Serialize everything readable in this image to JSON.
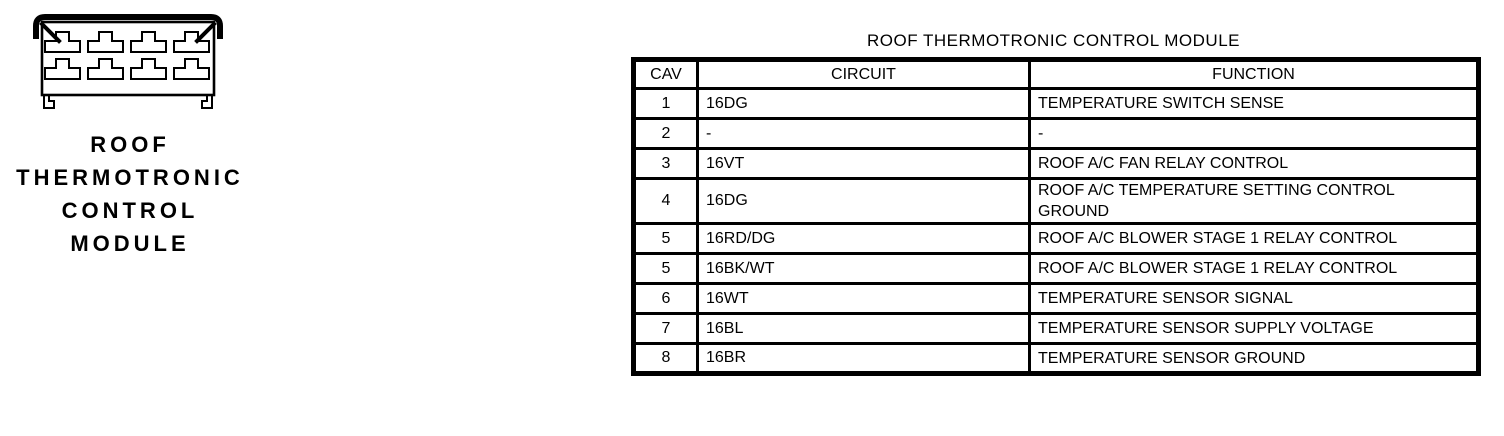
{
  "colors": {
    "ink": "#000000",
    "background": "#ffffff"
  },
  "module": {
    "diagram": "8-cavity-connector-drawing",
    "label": "ROOF\nTHERMOTRONIC\nCONTROL\nMODULE"
  },
  "table": {
    "title": "ROOF THERMOTRONIC CONTROL MODULE",
    "headers": [
      "CAV",
      "CIRCUIT",
      "FUNCTION"
    ],
    "rows": [
      {
        "cav": "1",
        "circuit": "16DG",
        "function": "TEMPERATURE SWITCH SENSE"
      },
      {
        "cav": "2",
        "circuit": "-",
        "function": "-"
      },
      {
        "cav": "3",
        "circuit": "16VT",
        "function": "ROOF A/C FAN RELAY CONTROL"
      },
      {
        "cav": "4",
        "circuit": "16DG",
        "function": "ROOF A/C TEMPERATURE SETTING CONTROL\nGROUND"
      },
      {
        "cav": "5",
        "circuit": "16RD/DG",
        "function": "ROOF A/C BLOWER STAGE 1 RELAY CONTROL"
      },
      {
        "cav": "5",
        "circuit": "16BK/WT",
        "function": "ROOF A/C BLOWER STAGE 1 RELAY CONTROL"
      },
      {
        "cav": "6",
        "circuit": "16WT",
        "function": "TEMPERATURE SENSOR SIGNAL"
      },
      {
        "cav": "7",
        "circuit": "16BL",
        "function": "TEMPERATURE SENSOR SUPPLY VOLTAGE"
      },
      {
        "cav": "8",
        "circuit": "16BR",
        "function": "TEMPERATURE SENSOR GROUND"
      }
    ]
  }
}
